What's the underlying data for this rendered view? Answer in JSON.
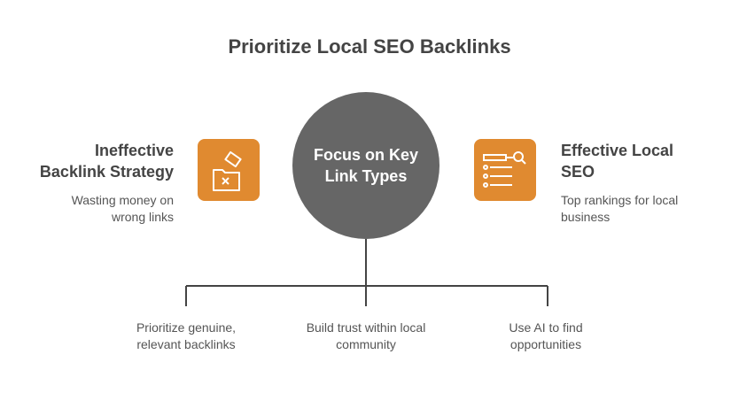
{
  "title": "Prioritize Local SEO Backlinks",
  "center": {
    "line1": "Focus on Key",
    "line2": "Link Types"
  },
  "left": {
    "heading_line1": "Ineffective",
    "heading_line2": "Backlink Strategy",
    "desc_line1": "Wasting money on",
    "desc_line2": "wrong links",
    "icon": "folder-reject-icon"
  },
  "right": {
    "heading_line1": "Effective Local",
    "heading_line2": "SEO",
    "desc_line1": "Top rankings for local",
    "desc_line2": "business",
    "icon": "search-list-icon"
  },
  "branches": [
    {
      "line1": "Prioritize genuine,",
      "line2": "relevant backlinks"
    },
    {
      "line1": "Build trust within local",
      "line2": "community"
    },
    {
      "line1": "Use AI to find",
      "line2": "opportunities"
    }
  ],
  "colors": {
    "accent": "#e08a30",
    "circle": "#666666",
    "line": "#444444"
  }
}
